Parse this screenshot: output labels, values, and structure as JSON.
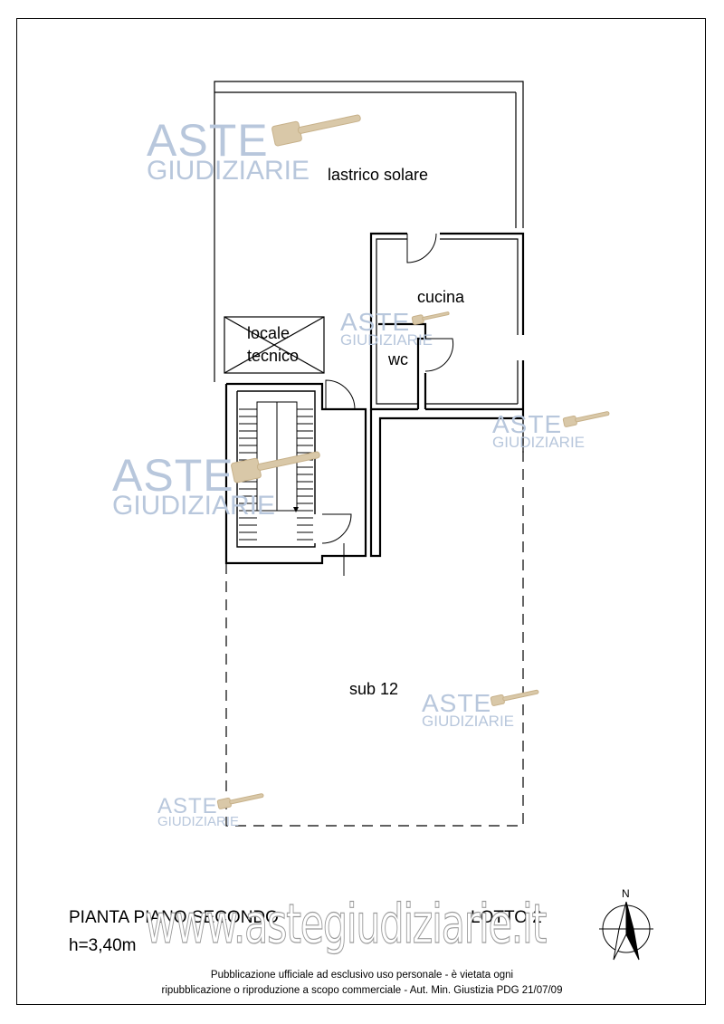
{
  "rooms": {
    "lastrico": "lastrico solare",
    "cucina": "cucina",
    "locale_line1": "locale",
    "locale_line2": "tecnico",
    "wc": "wc",
    "sub": "sub 12"
  },
  "watermark": {
    "top": "ASTE",
    "bottom": "GIUDIZIARIE",
    "site": "www.astegiudiziarie.it"
  },
  "title_block": {
    "plan_name": "PIANTA PIANO SECONDO",
    "height": "h=3,40m",
    "lotto": "LOTTO 2",
    "north": "N"
  },
  "footer": {
    "line1": "Pubblicazione ufficiale ad esclusivo uso personale - è vietata ogni",
    "line2": "ripubblicazione o riproduzione a scopo commerciale - Aut. Min. Giustizia PDG 21/07/09"
  },
  "colors": {
    "watermark_blue": "#b8c7dc",
    "gavel": "#d9c8a8",
    "line": "#000000"
  }
}
